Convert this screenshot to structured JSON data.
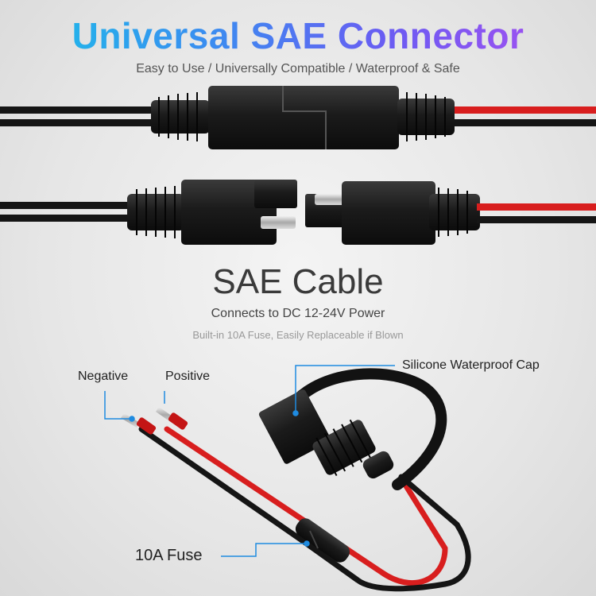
{
  "header": {
    "title": "Universal SAE Connector",
    "subtitle": "Easy to Use / Universally Compatible / Waterproof & Safe"
  },
  "section": {
    "title": "SAE Cable",
    "line1": "Connects to DC 12-24V Power",
    "line2": "Built-in 10A Fuse, Easily Replaceable if Blown"
  },
  "callouts": {
    "negative": "Negative",
    "positive": "Positive",
    "cap": "Silicone Waterproof Cap",
    "fuse": "10A Fuse"
  },
  "colors": {
    "wire_red": "#d81e1e",
    "wire_black": "#151515",
    "connector": "#1e1e1e",
    "callout_line": "#1f8be0"
  }
}
